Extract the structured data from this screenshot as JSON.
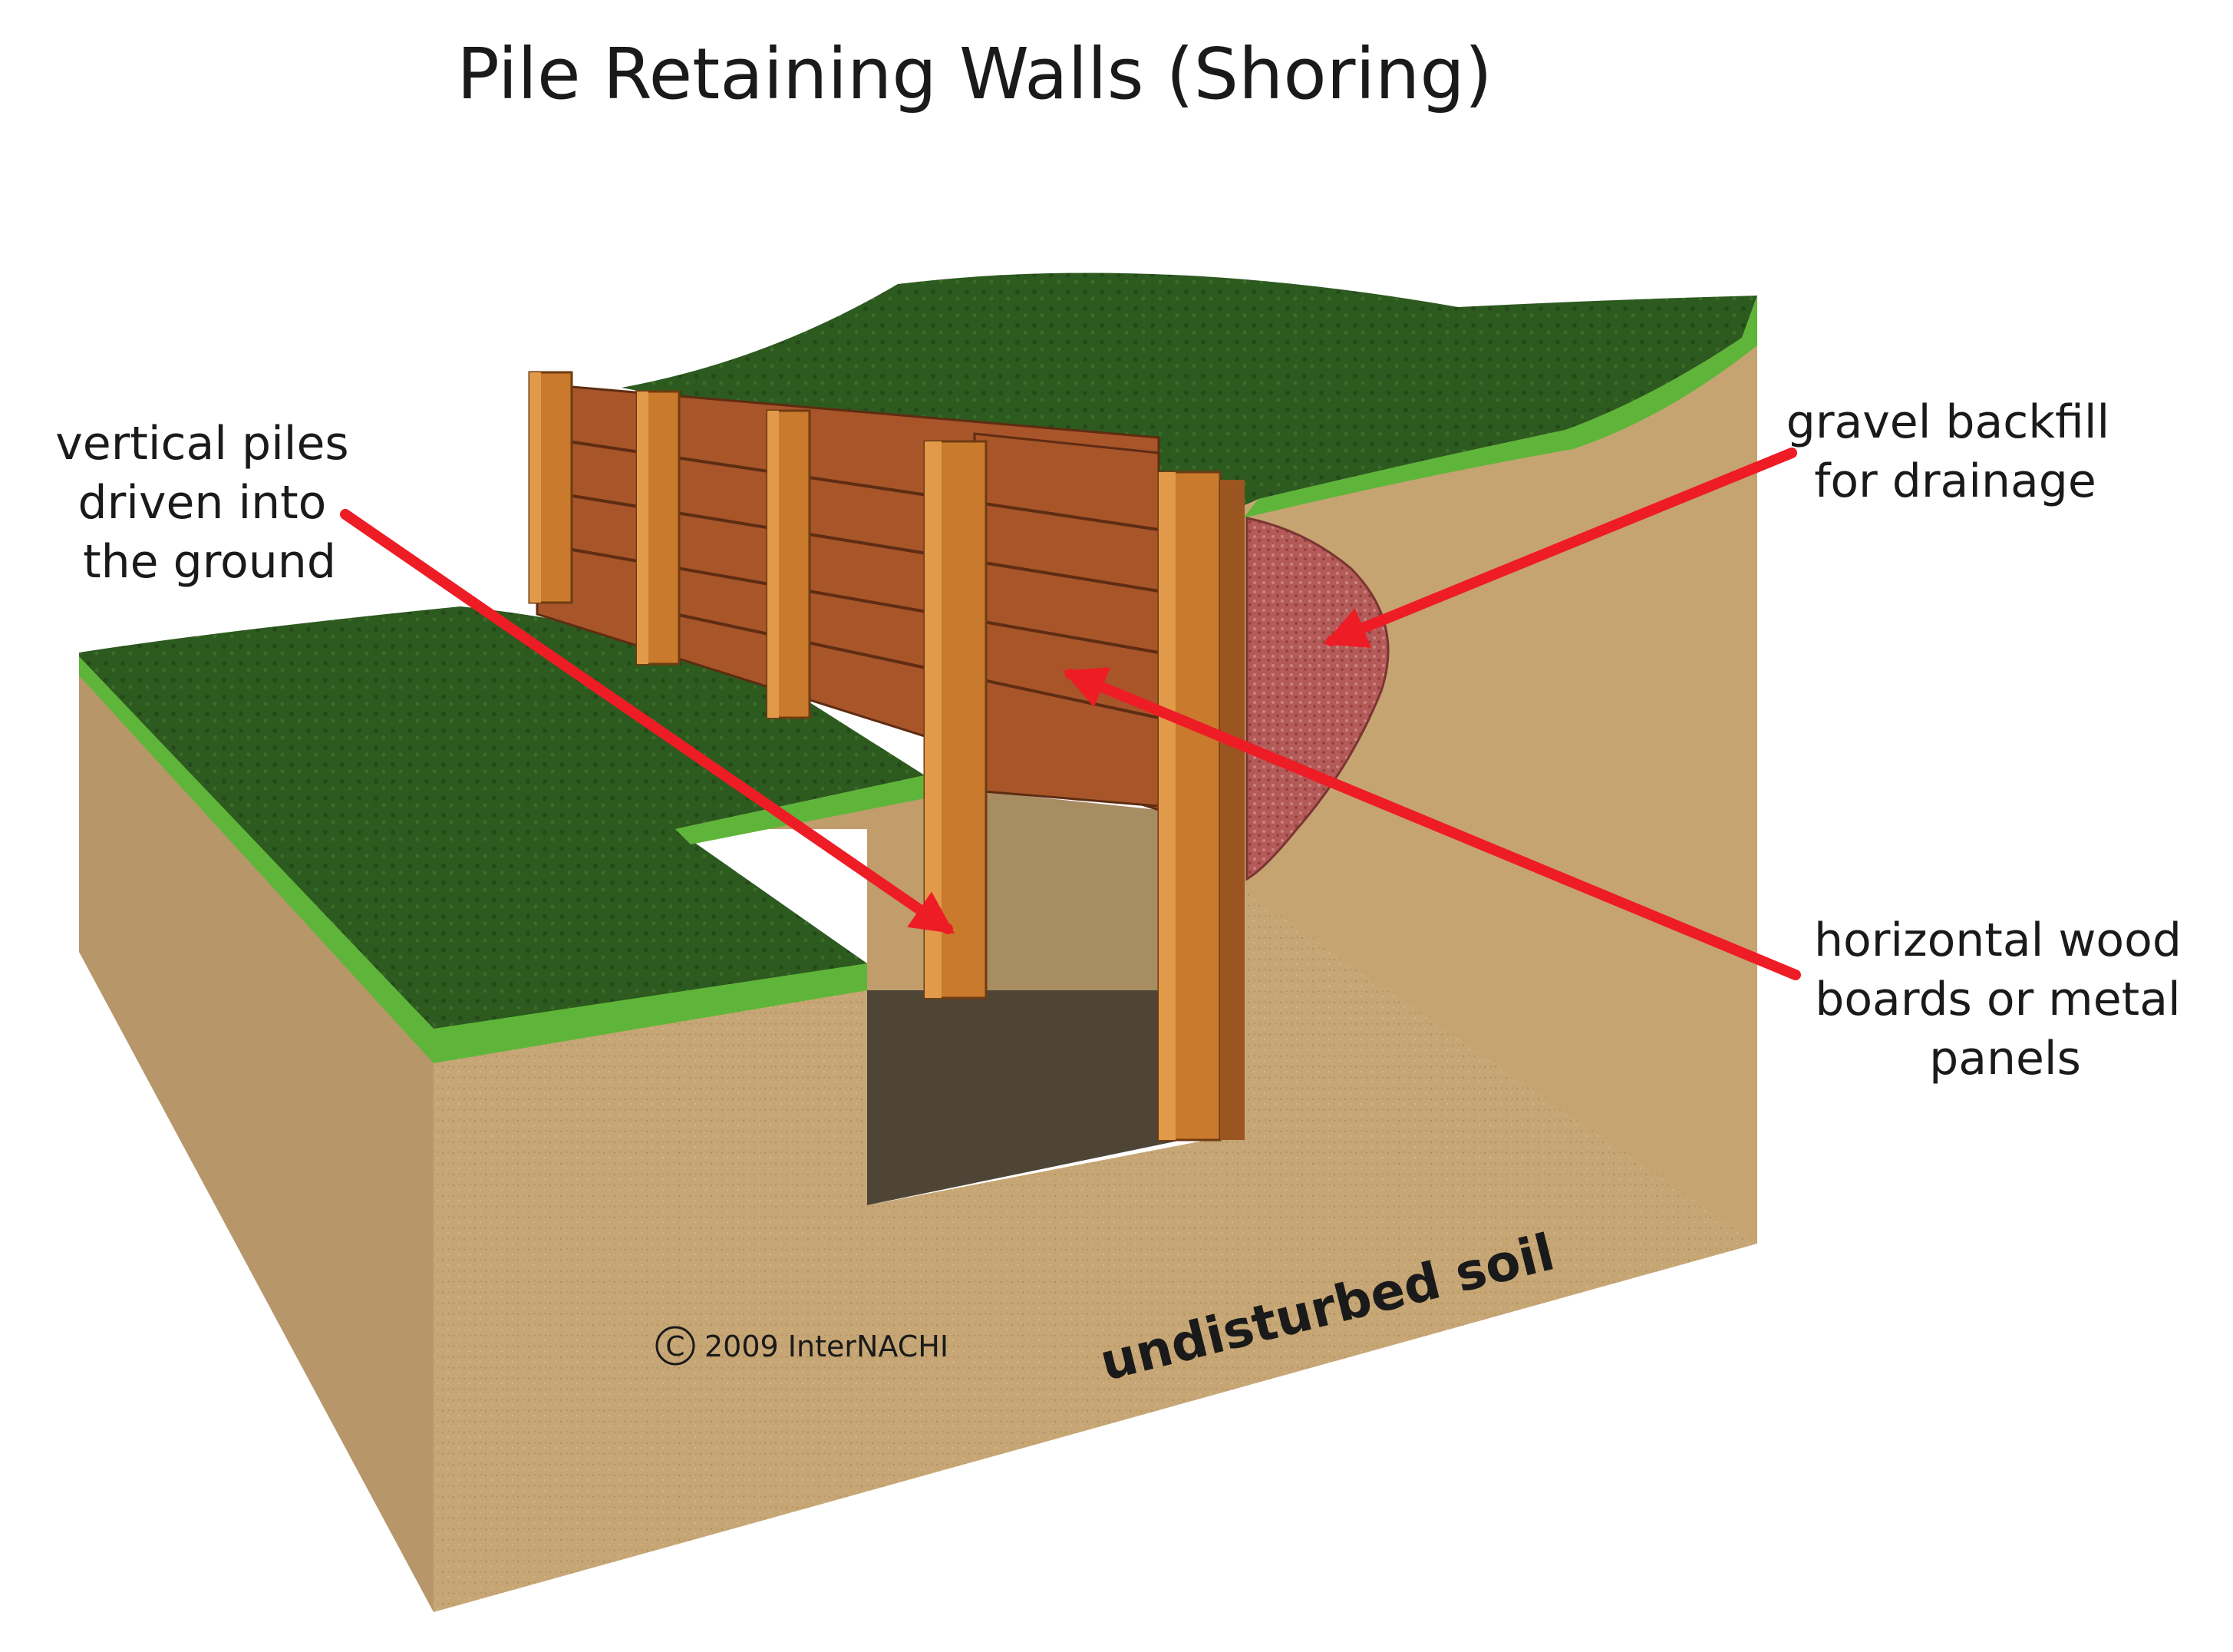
{
  "diagram": {
    "title": "Pile Retaining Walls (Shoring)",
    "labels": {
      "piles": [
        "vertical piles",
        "driven into",
        "the ground"
      ],
      "gravel": [
        "gravel backfill",
        "for drainage"
      ],
      "boards": [
        "horizontal wood",
        "boards or metal",
        "panels"
      ],
      "soil": "undisturbed soil"
    },
    "copyright": "2009 InterNACHI",
    "copyright_symbol": "C",
    "colors": {
      "soil": "#c7a675",
      "soil_dark": "#b8976a",
      "grass": "#2d5a1f",
      "grass_edge": "#5fb53a",
      "wood_pile": "#c97a2c",
      "wood_board": "#a8552a",
      "gravel": "#b45a58",
      "pit": "#4e4536",
      "arrow": "#ee1c25"
    }
  }
}
